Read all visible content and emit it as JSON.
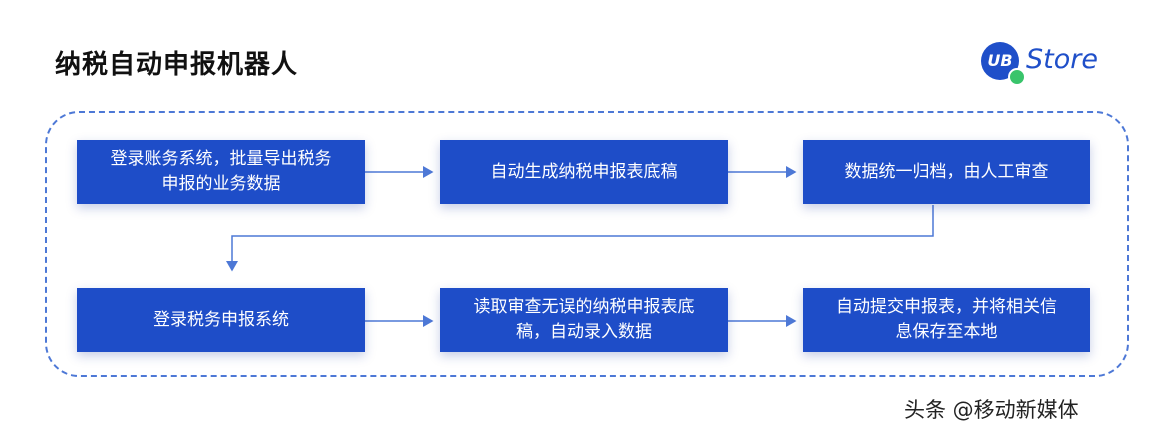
{
  "title": "纳税自动申报机器人",
  "logo": {
    "mark": "UB",
    "text": "Store"
  },
  "steps": [
    {
      "id": "s1",
      "line1": "登录账务系统，批量导出税务",
      "line2": "申报的业务数据"
    },
    {
      "id": "s2",
      "line1": "自动生成纳税申报表底稿",
      "line2": ""
    },
    {
      "id": "s3",
      "line1": "数据统一归档，由人工审查",
      "line2": ""
    },
    {
      "id": "s4",
      "line1": "登录税务申报系统",
      "line2": ""
    },
    {
      "id": "s5",
      "line1": "读取审查无误的纳税申报表底",
      "line2": "稿，自动录入数据"
    },
    {
      "id": "s6",
      "line1": "自动提交申报表，并将相关信",
      "line2": "息保存至本地"
    }
  ],
  "edges": [
    {
      "from": "s1",
      "to": "s2"
    },
    {
      "from": "s2",
      "to": "s3"
    },
    {
      "from": "s3",
      "to": "s4"
    },
    {
      "from": "s4",
      "to": "s5"
    },
    {
      "from": "s5",
      "to": "s6"
    }
  ],
  "colors": {
    "box": "#1e4dc8",
    "arrow": "#4d78d6",
    "frame": "#4d78d6"
  },
  "watermark": "头条 @移动新媒体"
}
